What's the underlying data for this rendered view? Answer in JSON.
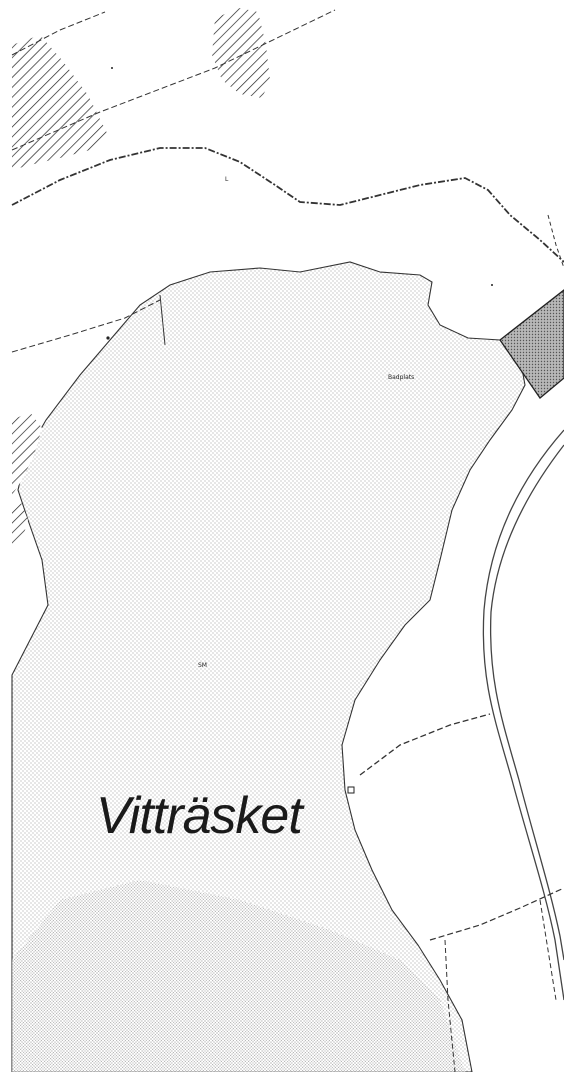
{
  "map": {
    "lake_name": "Vitträsket",
    "labels": {
      "top_mark": "L",
      "north_shore": "Badplats",
      "lake_center": "SM"
    },
    "colors": {
      "water_stipple": "#8a8a8a",
      "boundary_line": "#333333",
      "road_line": "#444444",
      "hatch": "#222222",
      "parcel_fill": "#9a9a9a"
    }
  }
}
